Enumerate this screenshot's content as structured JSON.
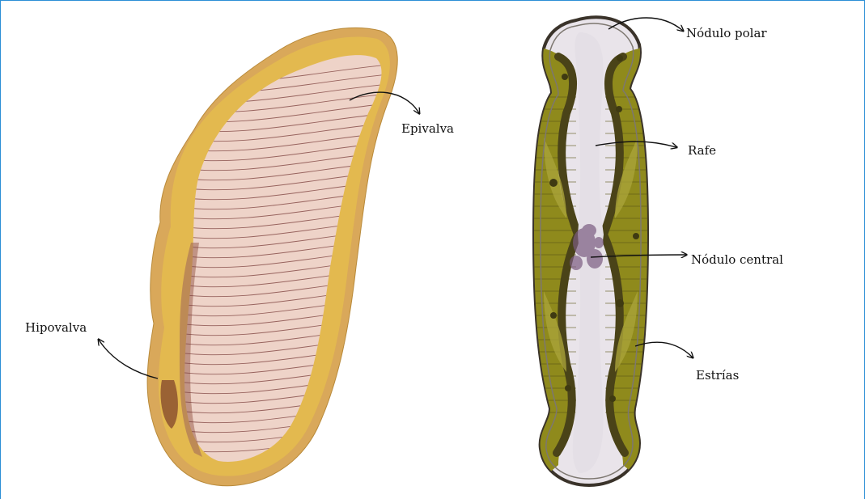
{
  "labels": {
    "epivalva": "Epivalva",
    "hipovalva": "Hipovalva",
    "nodulo_polar": "Nódulo polar",
    "rafe": "Rafe",
    "nodulo_central": "Nódulo central",
    "estrias": "Estrías"
  },
  "colors": {
    "frame_border": "#2b8fd6",
    "valve_outer": "#d9a85a",
    "valve_rim": "#e3b94f",
    "valve_inner": "#eed3c8",
    "striae_line": "#7a3d3a",
    "diatom_olive": "#8f8a1c",
    "diatom_dark": "#4a4318",
    "diatom_center": "#d9d2df"
  },
  "icons": {
    "arrow": "curved-arrow-icon"
  }
}
